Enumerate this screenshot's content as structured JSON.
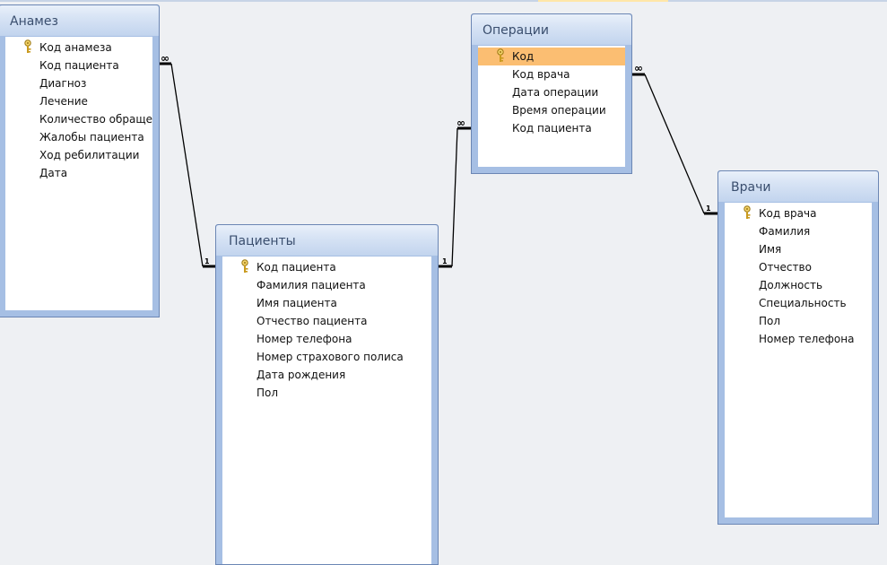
{
  "tables": {
    "anamnesis": {
      "title": "Анамез",
      "fields": [
        "Код анамеза",
        "Код пациента",
        "Диагноз",
        "Лечение",
        "Количество обраще",
        "Жалобы пациента",
        "Ход ребилитации",
        "Дата"
      ],
      "key_field": "Код анамеза"
    },
    "operations": {
      "title": "Операции",
      "fields": [
        "Код",
        "Код врача",
        "Дата операции",
        "Время операции",
        "Код пациента"
      ],
      "key_field": "Код",
      "selected_field": "Код"
    },
    "patients": {
      "title": "Пациенты",
      "fields": [
        "Код пациента",
        "Фамилия пациента",
        "Имя пациента",
        "Отчество пациента",
        "Номер телефона",
        "Номер страхового полиса",
        "Дата рождения",
        "Пол"
      ],
      "key_field": "Код пациента"
    },
    "doctors": {
      "title": "Врачи",
      "fields": [
        "Код врача",
        "Фамилия",
        "Имя",
        "Отчество",
        "Должность",
        "Специальность",
        "Пол",
        "Номер телефона"
      ],
      "key_field": "Код врача"
    }
  },
  "relationships": [
    {
      "from": "anamnesis",
      "to": "patients",
      "many_label": "∞",
      "one_label": "1"
    },
    {
      "from": "operations",
      "to": "patients",
      "many_label": "∞",
      "one_label": "1"
    },
    {
      "from": "operations",
      "to": "doctors",
      "many_label": "∞",
      "one_label": "1"
    }
  ],
  "colors": {
    "selected_row": "#fbbe72",
    "card_frame": "#a6bfe4",
    "line": "#000000",
    "key_gold": "#d9a520"
  },
  "icons": {
    "key": "primary-key-icon"
  }
}
